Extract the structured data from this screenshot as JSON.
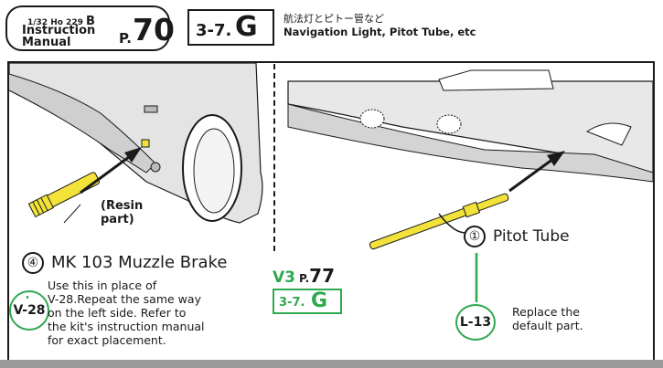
{
  "header": {
    "scale": "1/32 Ho 229",
    "scale_suffix": "B",
    "manual_line1": "Instruction",
    "manual_line2": "Manual",
    "page_prefix": "P.",
    "page_number": "70",
    "section_number": "3-7.",
    "section_letter": "G",
    "title_jp": "航法灯とピトー管など",
    "title_en": "Navigation Light, Pitot Tube, etc"
  },
  "left": {
    "resin_note_line1": "(Resin",
    "resin_note_line2": "part)",
    "step_number": "④",
    "step_title": "MK 103 Muzzle Brake",
    "badge": "V-28",
    "note_lines": [
      "Use this in place of",
      "V-28.Repeat the same way",
      "on the left side. Refer to",
      "the kit's instruction manual",
      "for exact placement."
    ]
  },
  "center": {
    "version": "V3",
    "page_prefix": "P.",
    "page_number": "77",
    "section_number": "3-7.",
    "section_letter": "G"
  },
  "right": {
    "step_number": "①",
    "step_title": "Pitot Tube",
    "badge": "L-13",
    "note_lines": [
      "Replace the",
      "default part."
    ]
  },
  "colors": {
    "accent_green": "#2fa84f",
    "part_yellow": "#f2e23a",
    "ink": "#1a1a1a"
  }
}
